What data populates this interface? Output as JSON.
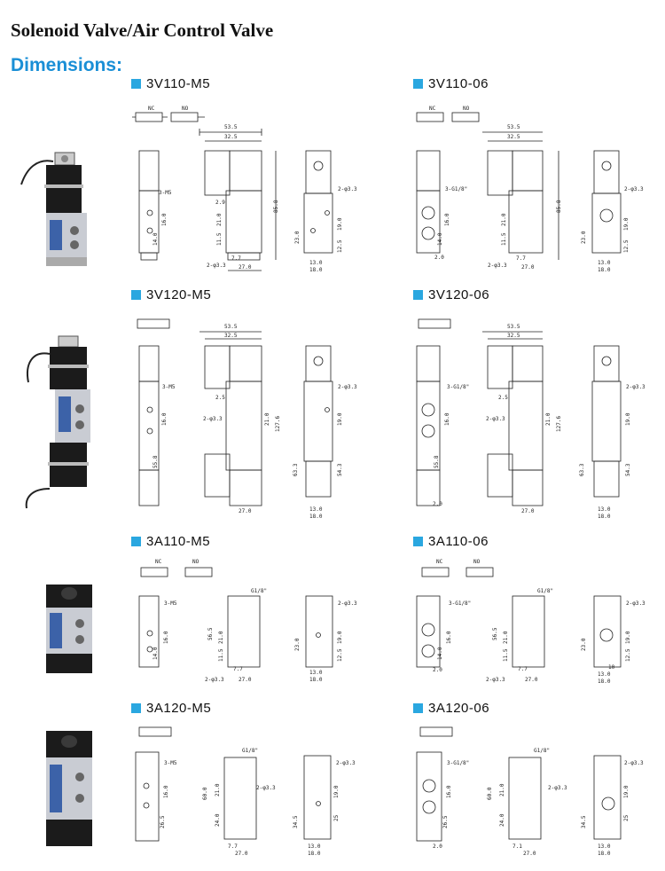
{
  "page": {
    "title": "Solenoid Valve/Air Control Valve",
    "section": "Dimensions:"
  },
  "colors": {
    "accent": "#1a8fd6",
    "marker": "#2aa7e0"
  },
  "models": [
    {
      "id": "3v110-m5",
      "label": "3V110-M5"
    },
    {
      "id": "3v110-06",
      "label": "3V110-06"
    },
    {
      "id": "3v120-m5",
      "label": "3V120-M5"
    },
    {
      "id": "3v120-06",
      "label": "3V120-06"
    },
    {
      "id": "3a110-m5",
      "label": "3A110-M5"
    },
    {
      "id": "3a110-06",
      "label": "3A110-06"
    },
    {
      "id": "3a120-m5",
      "label": "3A120-M5"
    },
    {
      "id": "3a120-06",
      "label": "3A120-06"
    }
  ],
  "dimension_labels": {
    "nc": "NC",
    "no": "NO",
    "w535": "53.5",
    "w325": "32.5",
    "h858": "85.8",
    "h1276": "127.6",
    "p_m5": "3-M5",
    "p_g18": "3-G1/8\"",
    "g18": "G1/8\"",
    "phi33": "2-φ3.3",
    "d29": "2.9",
    "d25": "2.5",
    "d210": "21.0",
    "d115": "11.5",
    "d77": "7.7",
    "d270": "27.0",
    "d160": "16.0",
    "d140": "14.0",
    "d230": "23.0",
    "d190": "19.0",
    "d125": "12.5",
    "d130": "13.0",
    "d180": "18.0",
    "d20": "2.0",
    "d558": "55.8",
    "d633": "63.3",
    "d543": "54.3",
    "d563": "56.5",
    "d600": "60.0",
    "d240": "24.0",
    "d265": "26.5",
    "d345": "34.5",
    "d25b": "25",
    "d71": "7.1",
    "d10": "10"
  }
}
